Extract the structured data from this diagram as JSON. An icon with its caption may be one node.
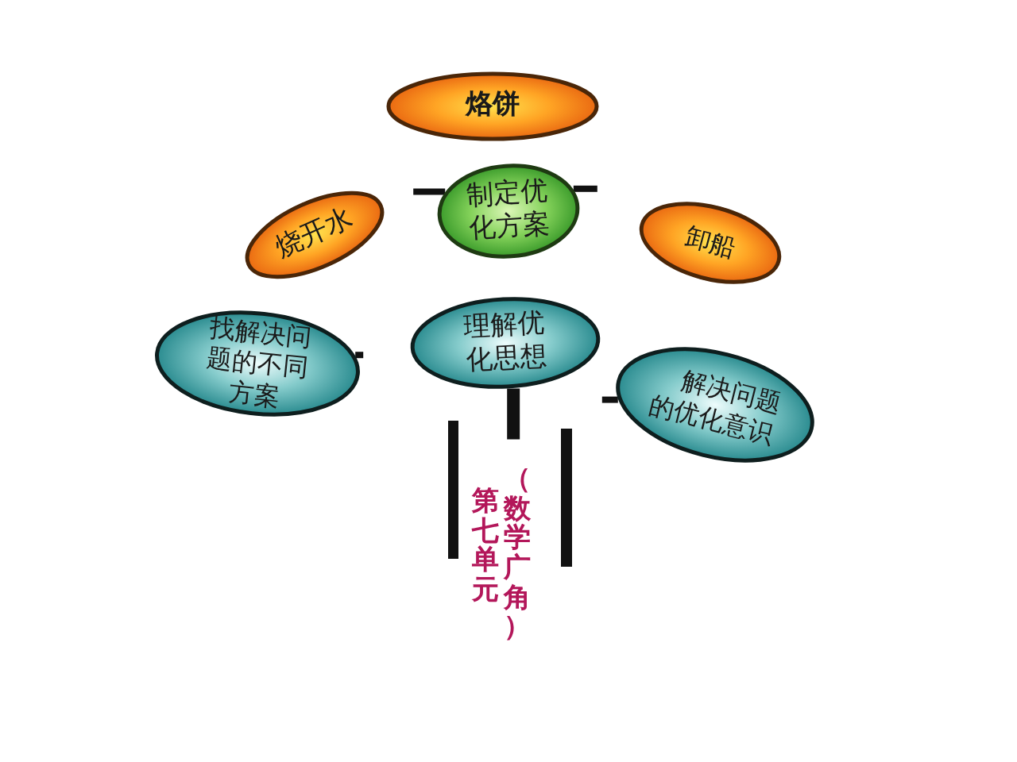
{
  "diagram": {
    "nodes": [
      {
        "text": [
          "烙饼"
        ]
      },
      {
        "text": [
          "烧开水"
        ]
      },
      {
        "text": [
          "制定优化方案"
        ]
      },
      {
        "text": [
          "卸船"
        ]
      },
      {
        "text": [
          "找解决问题的不同方案"
        ]
      },
      {
        "text": [
          "理解优化思想"
        ]
      },
      {
        "text": [
          "解决问题的优化意识"
        ]
      }
    ],
    "edges": [
      {
        "from": 2,
        "to": null,
        "arrow": "none"
      },
      {
        "from": 2,
        "to": null,
        "arrow": "none"
      },
      {
        "from": 4,
        "to": null,
        "arrow": "none"
      },
      {
        "from": 5,
        "to": null,
        "arrow": "none",
        "style": "thick"
      },
      {
        "from": 6,
        "to": null,
        "arrow": "none"
      }
    ],
    "labels": [
      "第七单元",
      "（数学广角）"
    ]
  }
}
